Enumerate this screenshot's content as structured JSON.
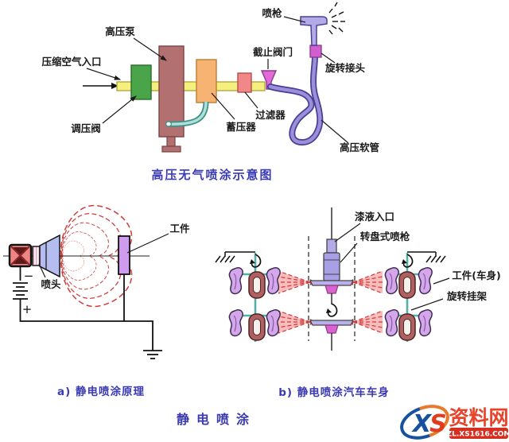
{
  "airless_diagram": {
    "caption": "高压无气喷涂示意图",
    "labels": {
      "spray_gun": "喷枪",
      "high_pressure_pump": "高压泵",
      "compressed_air_inlet": "压缩空气入口",
      "stop_valve": "截止阀门",
      "rotary_joint": "旋转接头",
      "pressure_regulating_valve": "调压阀",
      "filter": "过滤器",
      "accumulator": "蓄压器",
      "high_pressure_hose": "高压软管"
    }
  },
  "electrostatic_principle_diagram": {
    "caption": "a) 静电喷涂原理",
    "labels": {
      "workpiece": "工件",
      "spray_head": "喷头",
      "battery_minus": "−",
      "battery_plus": "+"
    }
  },
  "car_body_diagram": {
    "caption": "b) 静电喷涂汽车车身",
    "labels": {
      "paint_inlet": "漆液入口",
      "rotary_disc_gun": "转盘式喷枪",
      "workpiece_car_body": "工件(车身)",
      "rotating_hanger": "旋转挂架"
    }
  },
  "footer": {
    "title": "静电喷涂"
  },
  "watermark": {
    "x_letter": "X",
    "s_letter": "S",
    "site_name": "资料网",
    "site_url": "ZL.XS1616.COM"
  },
  "colors": {
    "caption_blue": "#3a3ab4",
    "pipe_yellow": "#f5f07e",
    "valve_green": "#4aa54a",
    "pump_maroon": "#b27070",
    "accumulator_orange": "#f6b371",
    "filter_pink": "#f28787",
    "valve_magenta": "#e06ad8",
    "hose_purple": "#9a8fd8",
    "spray_field_pink": "#f6aeae",
    "spray_dash_red": "#cf3d3d",
    "workpiece_violet": "#cf9bec",
    "hanger_teal": "#57b0a8",
    "logo_red": "#e8432a",
    "logo_blue": "#17509e"
  }
}
